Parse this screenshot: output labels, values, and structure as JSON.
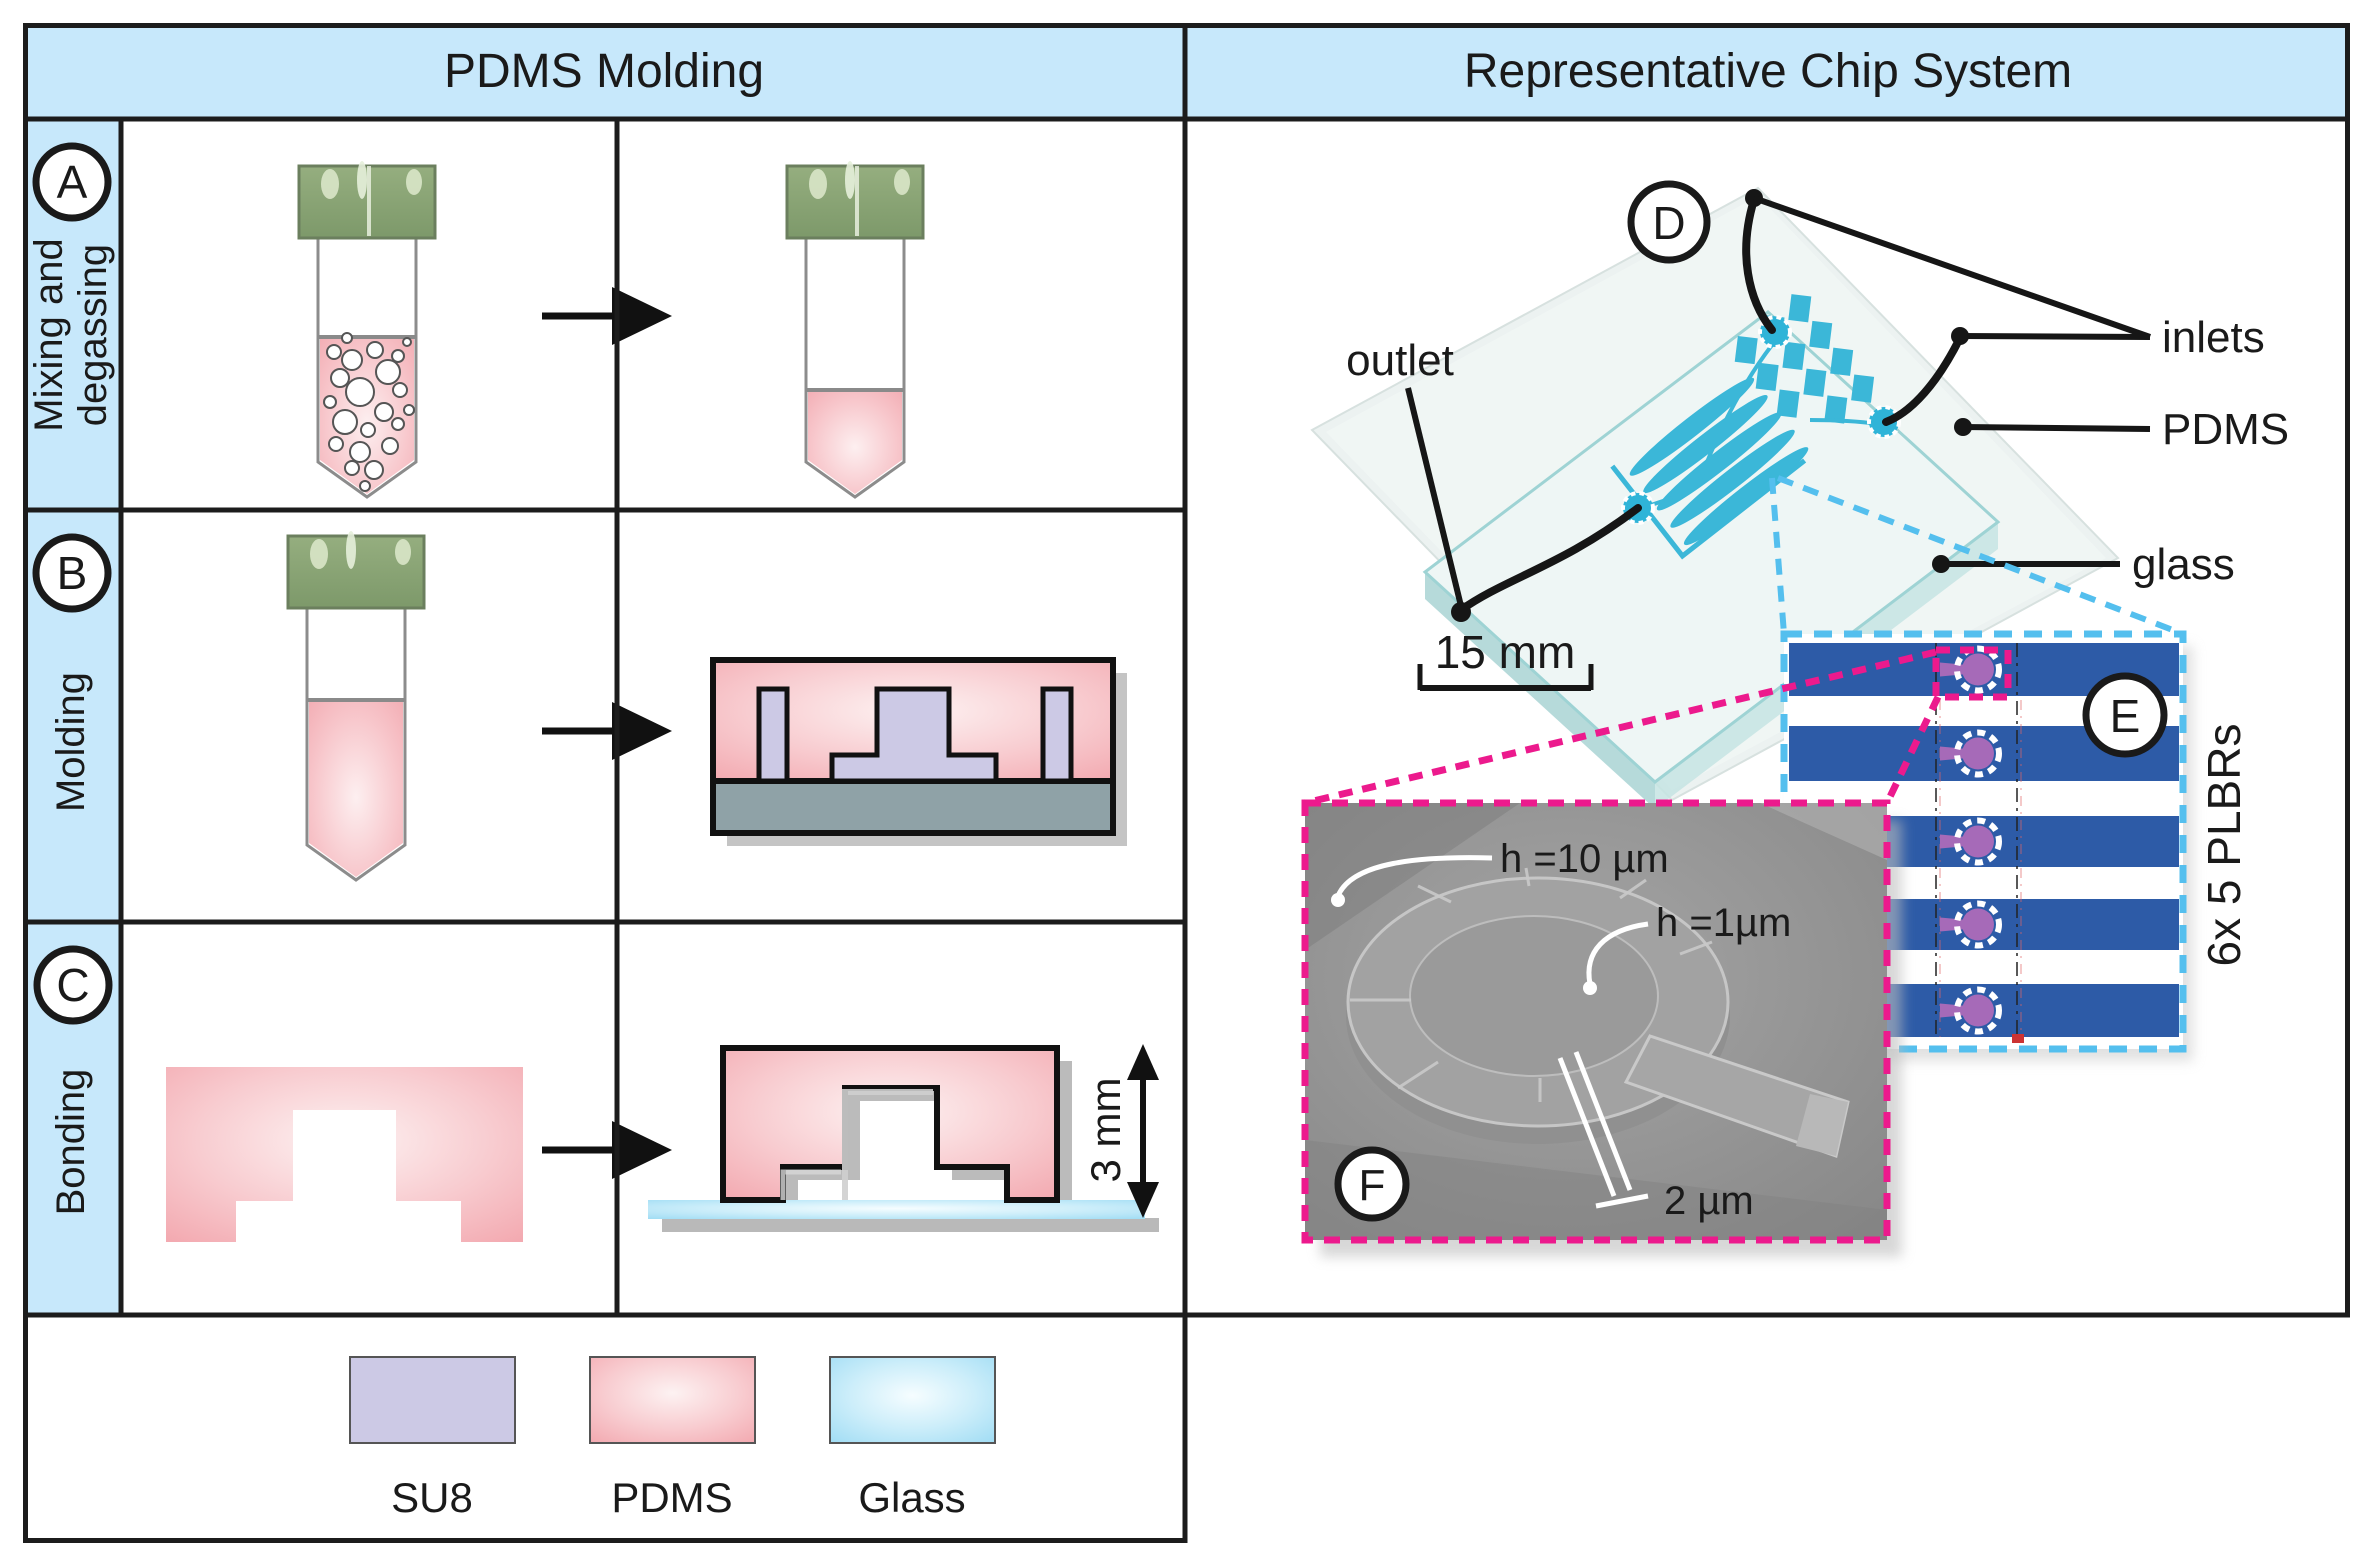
{
  "header": {
    "left_title": "PDMS Molding",
    "right_title": "Representative Chip System"
  },
  "process_rows": [
    {
      "letter": "A",
      "label_line1": "Mixing and",
      "label_line2": "degassing"
    },
    {
      "letter": "B",
      "label": "Molding"
    },
    {
      "letter": "C",
      "label": "Bonding",
      "dimension_label": "3 mm"
    }
  ],
  "chip_photo": {
    "letter": "D",
    "outlet_label": "outlet",
    "inlets_label": "inlets",
    "pdms_label": "PDMS",
    "glass_label": "glass",
    "scale_bar_label": "15 mm"
  },
  "plbr_panel": {
    "letter": "E",
    "side_label": "6x 5 PLBRs",
    "stripe_count": 5,
    "reactor_count": 5
  },
  "sem_panel": {
    "letter": "F",
    "height_label_top": "h =10 µm",
    "height_label_mid": "h =1µm",
    "width_label": "2 µm"
  },
  "legend": {
    "items": [
      {
        "label": "SU8",
        "color": "#ccc9e5"
      },
      {
        "label": "PDMS",
        "color": "#f5b9be"
      },
      {
        "label": "Glass",
        "color": "#aadef5"
      }
    ]
  },
  "colors": {
    "header_bg": "#c7e8fb",
    "stripe_blue": "#2d5ba7",
    "reactor_purple": "#a66ab8",
    "magenta_dash": "#ec1a8d",
    "cyan_dash": "#54bfee",
    "cap_green": "#87a171",
    "substrate_gray": "#8fa2a7"
  }
}
